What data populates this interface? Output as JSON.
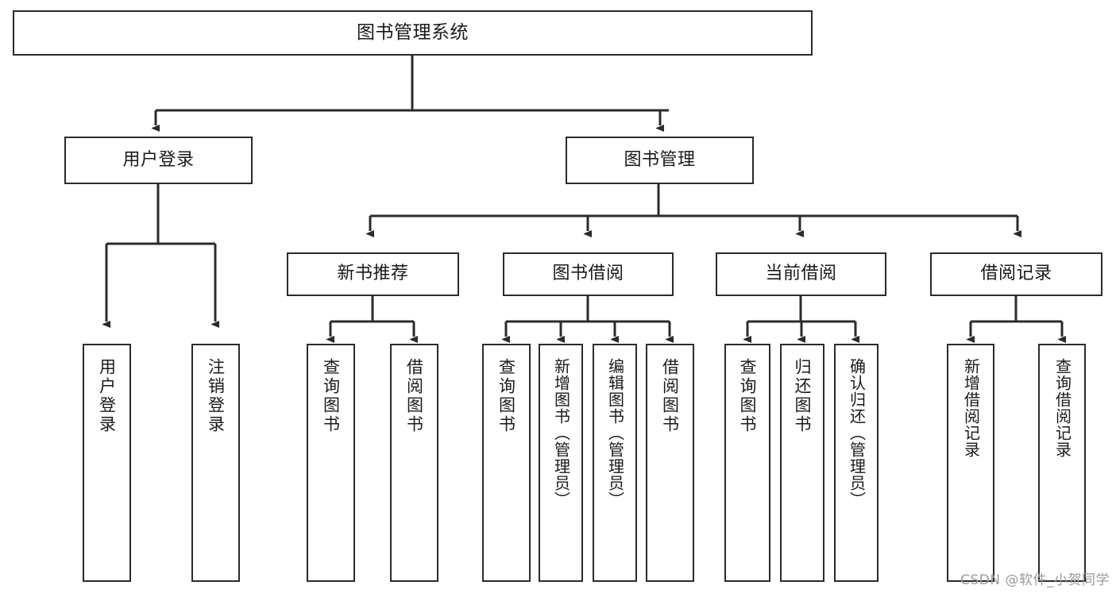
{
  "diagram": {
    "type": "tree",
    "title": "图书管理系统",
    "watermark": "CSDN @软件_小贺同学",
    "colors": {
      "background": "#ffffff",
      "box_border": "#2b2b2b",
      "box_fill": "#ffffff",
      "edge": "#2b2b2b",
      "text": "#1a1a1a",
      "watermark": "#9b9b9b"
    },
    "nodes": {
      "root": {
        "id": "root",
        "label": "图书管理系统",
        "orientation": "horizontal",
        "level": 0
      },
      "l1": [
        {
          "id": "user-login",
          "label": "用户登录",
          "orientation": "horizontal",
          "level": 1
        },
        {
          "id": "book-manage",
          "label": "图书管理",
          "orientation": "horizontal",
          "level": 1
        }
      ],
      "l2": [
        {
          "id": "new-book-rec",
          "label": "新书推荐",
          "orientation": "horizontal",
          "level": 2,
          "parent": "book-manage"
        },
        {
          "id": "book-borrow",
          "label": "图书借阅",
          "orientation": "horizontal",
          "level": 2,
          "parent": "book-manage"
        },
        {
          "id": "current-borrow",
          "label": "当前借阅",
          "orientation": "horizontal",
          "level": 2,
          "parent": "book-manage"
        },
        {
          "id": "borrow-record",
          "label": "借阅记录",
          "orientation": "horizontal",
          "level": 2,
          "parent": "book-manage"
        }
      ],
      "leaves": [
        {
          "id": "leaf-user-login",
          "label": "用户登录",
          "orientation": "vertical",
          "parent": "user-login"
        },
        {
          "id": "leaf-logout",
          "label": "注销登录",
          "orientation": "vertical",
          "parent": "user-login"
        },
        {
          "id": "leaf-query-book-rec",
          "label": "查询图书",
          "orientation": "vertical",
          "parent": "new-book-rec"
        },
        {
          "id": "leaf-borrow-book-rec",
          "label": "借阅图书",
          "orientation": "vertical",
          "parent": "new-book-rec"
        },
        {
          "id": "leaf-query-book-borrow",
          "label": "查询图书",
          "orientation": "vertical",
          "parent": "book-borrow"
        },
        {
          "id": "leaf-add-book-admin",
          "label": "新增图书（管理员）",
          "orientation": "vertical",
          "parent": "book-borrow"
        },
        {
          "id": "leaf-edit-book-admin",
          "label": "编辑图书（管理员）",
          "orientation": "vertical",
          "parent": "book-borrow"
        },
        {
          "id": "leaf-borrow-book",
          "label": "借阅图书",
          "orientation": "vertical",
          "parent": "book-borrow"
        },
        {
          "id": "leaf-query-book-current",
          "label": "查询图书",
          "orientation": "vertical",
          "parent": "current-borrow"
        },
        {
          "id": "leaf-return-book",
          "label": "归还图书",
          "orientation": "vertical",
          "parent": "current-borrow"
        },
        {
          "id": "leaf-confirm-return-admin",
          "label": "确认归还（管理员）",
          "orientation": "vertical",
          "parent": "current-borrow"
        },
        {
          "id": "leaf-add-borrow-record",
          "label": "新增借阅记录",
          "orientation": "vertical",
          "parent": "borrow-record"
        },
        {
          "id": "leaf-query-borrow-record",
          "label": "查询借阅记录",
          "orientation": "vertical",
          "parent": "borrow-record"
        }
      ]
    },
    "edges": [
      {
        "from": "root",
        "to": "user-login"
      },
      {
        "from": "root",
        "to": "book-manage"
      },
      {
        "from": "user-login",
        "to": "leaf-user-login"
      },
      {
        "from": "user-login",
        "to": "leaf-logout"
      },
      {
        "from": "book-manage",
        "to": "new-book-rec"
      },
      {
        "from": "book-manage",
        "to": "book-borrow"
      },
      {
        "from": "book-manage",
        "to": "current-borrow"
      },
      {
        "from": "book-manage",
        "to": "borrow-record"
      },
      {
        "from": "new-book-rec",
        "to": "leaf-query-book-rec"
      },
      {
        "from": "new-book-rec",
        "to": "leaf-borrow-book-rec"
      },
      {
        "from": "book-borrow",
        "to": "leaf-query-book-borrow"
      },
      {
        "from": "book-borrow",
        "to": "leaf-add-book-admin"
      },
      {
        "from": "book-borrow",
        "to": "leaf-edit-book-admin"
      },
      {
        "from": "book-borrow",
        "to": "leaf-borrow-book"
      },
      {
        "from": "current-borrow",
        "to": "leaf-query-book-current"
      },
      {
        "from": "current-borrow",
        "to": "leaf-return-book"
      },
      {
        "from": "current-borrow",
        "to": "leaf-confirm-return-admin"
      },
      {
        "from": "borrow-record",
        "to": "leaf-add-borrow-record"
      },
      {
        "from": "borrow-record",
        "to": "leaf-query-borrow-record"
      }
    ]
  }
}
